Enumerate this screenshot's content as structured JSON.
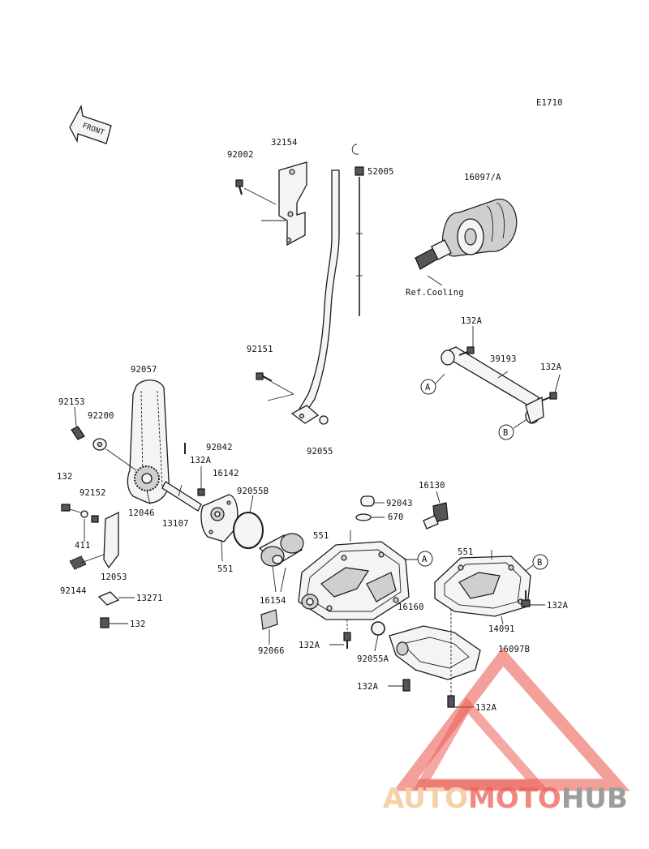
{
  "diagram_code": "E1710",
  "front_label": "FRONT",
  "ref_note": "Ref.Cooling",
  "part_labels": {
    "p32154": "32154",
    "p92002": "92002",
    "p52005": "52005",
    "p16097A": "16097/A",
    "p132A_top": "132A",
    "p39193": "39193",
    "p132A_right": "132A",
    "p92151": "92151",
    "p92055": "92055",
    "p92057": "92057",
    "p92153": "92153",
    "p92200": "92200",
    "p92042": "92042",
    "p132A_pump": "132A",
    "p16142": "16142",
    "p92055B": "92055B",
    "p132_top": "132",
    "p92152": "92152",
    "p12046": "12046",
    "p13107": "13107",
    "p411": "411",
    "p12053": "12053",
    "p92144": "92144",
    "p13271": "13271",
    "p132_bottom": "132",
    "p551_left": "551",
    "p16130": "16130",
    "p92043": "92043",
    "p670": "670",
    "p551_mid": "551",
    "p551_right": "551",
    "p16154": "16154",
    "p16160": "16160",
    "p92066": "92066",
    "p132A_bottom1": "132A",
    "p92055A": "92055A",
    "p14091": "14091",
    "p132A_rb": "132A",
    "p16097B": "16097B",
    "p132A_bottom2": "132A",
    "p132A_bottom3": "132A"
  },
  "markers": {
    "A": "A",
    "B": "B"
  },
  "watermark": {
    "part1": "AUTO",
    "part2": "MOTO",
    "part3": "HUB",
    "color_light": "#f5c89a",
    "color_red": "#e8443a",
    "color_gray": "#8c8c8c"
  }
}
